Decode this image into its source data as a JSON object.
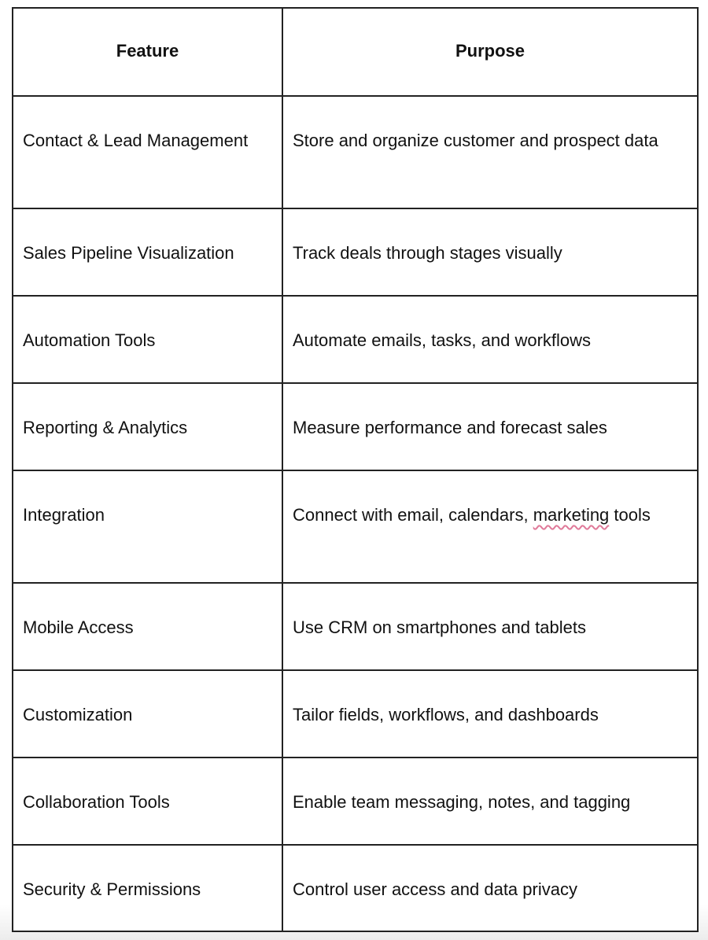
{
  "headers": {
    "feature": "Feature",
    "purpose": "Purpose"
  },
  "rows": [
    {
      "feature": "Contact & Lead Management",
      "purpose": "Store and organize customer and prospect data"
    },
    {
      "feature": "Sales Pipeline Visualization",
      "purpose": "Track deals through stages visually"
    },
    {
      "feature": "Automation Tools",
      "purpose": "Automate emails, tasks, and workflows"
    },
    {
      "feature": "Reporting & Analytics",
      "purpose": "Measure performance and forecast sales"
    },
    {
      "feature": "Integration",
      "purpose_pre": "Connect with email, calendars, ",
      "purpose_flagged": "marketing",
      "purpose_post": " tools"
    },
    {
      "feature": "Mobile Access",
      "purpose": "Use CRM on smartphones and tablets"
    },
    {
      "feature": "Customization",
      "purpose": "Tailor fields, workflows, and dashboards"
    },
    {
      "feature": "Collaboration Tools",
      "purpose": "Enable team messaging, notes, and tagging"
    },
    {
      "feature": "Security & Permissions",
      "purpose": "Control user access and data privacy"
    }
  ]
}
